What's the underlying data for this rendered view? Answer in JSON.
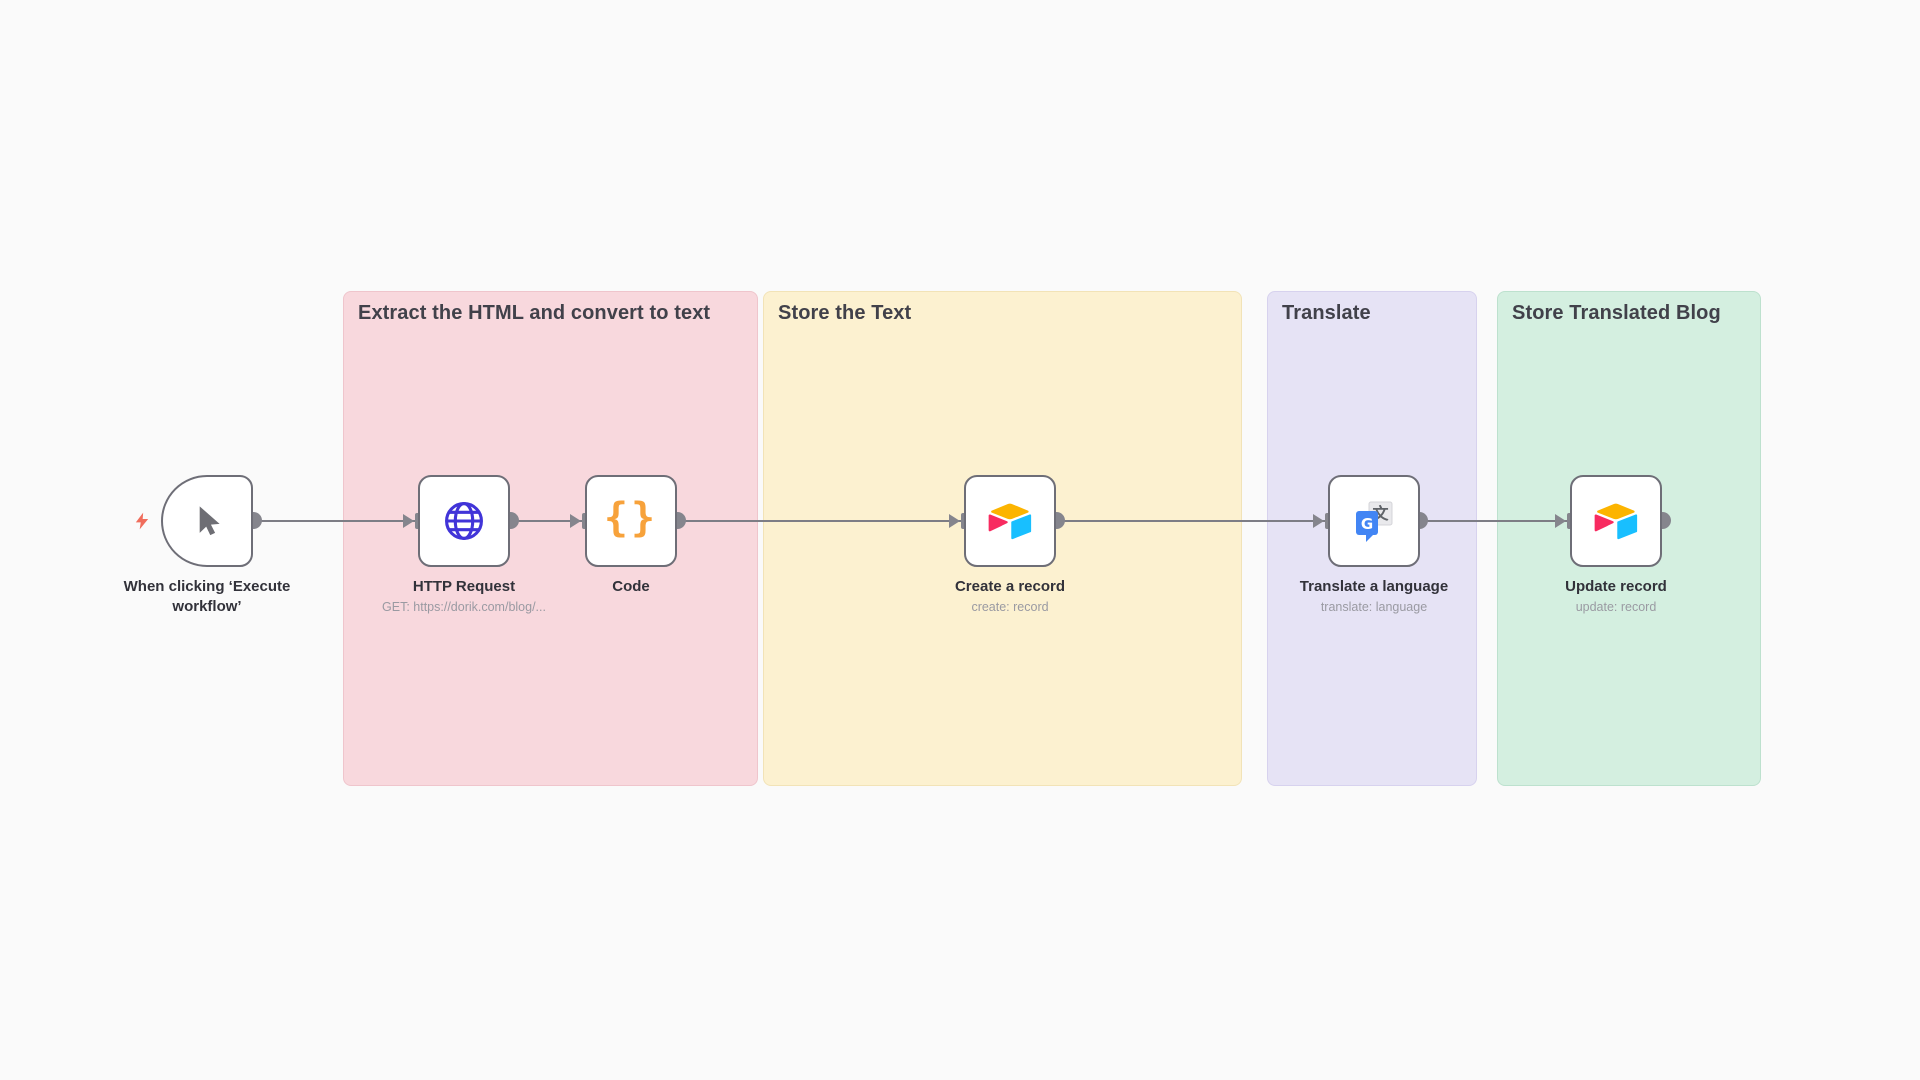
{
  "app": {
    "name": "workflow-canvas"
  },
  "canvas": {
    "background": "#fafafa",
    "connector_color": "#7d7d85",
    "port_color": "#85858d"
  },
  "groups": [
    {
      "title": "Extract the HTML and convert to text",
      "fill": "#f8d8dd",
      "border": "#efc5cc"
    },
    {
      "title": "Store the Text",
      "fill": "#fcf1d0",
      "border": "#f2e3b7"
    },
    {
      "title": "Translate",
      "fill": "#e6e3f5",
      "border": "#d7d2ee"
    },
    {
      "title": "Store Translated Blog",
      "fill": "#d4efe0",
      "border": "#bde1ce"
    }
  ],
  "nodes": [
    {
      "label": "When clicking ‘Execute workflow’",
      "sublabel": "",
      "icon": "cursor-icon"
    },
    {
      "label": "HTTP Request",
      "sublabel": "GET: https://dorik.com/blog/...",
      "icon": "globe-icon",
      "icon_color": "#4134d8"
    },
    {
      "label": "Code",
      "sublabel": "",
      "icon": "curly-braces-icon",
      "icon_text": "{}",
      "icon_color": "#f7a23b"
    },
    {
      "label": "Create a record",
      "sublabel": "create: record",
      "icon": "airtable-icon"
    },
    {
      "label": "Translate a language",
      "sublabel": "translate: language",
      "icon": "google-translate-icon"
    },
    {
      "label": "Update record",
      "sublabel": "update: record",
      "icon": "airtable-icon"
    }
  ],
  "icons": {
    "gtranslate": {
      "g": "G",
      "zh": "文"
    },
    "colors": {
      "airtable_yellow": "#fcb400",
      "airtable_red": "#f82b60",
      "airtable_blue": "#18bfff",
      "google_blue": "#4285f4",
      "bolt_red": "#f06d5c",
      "cursor_gray": "#6e6e74"
    }
  }
}
